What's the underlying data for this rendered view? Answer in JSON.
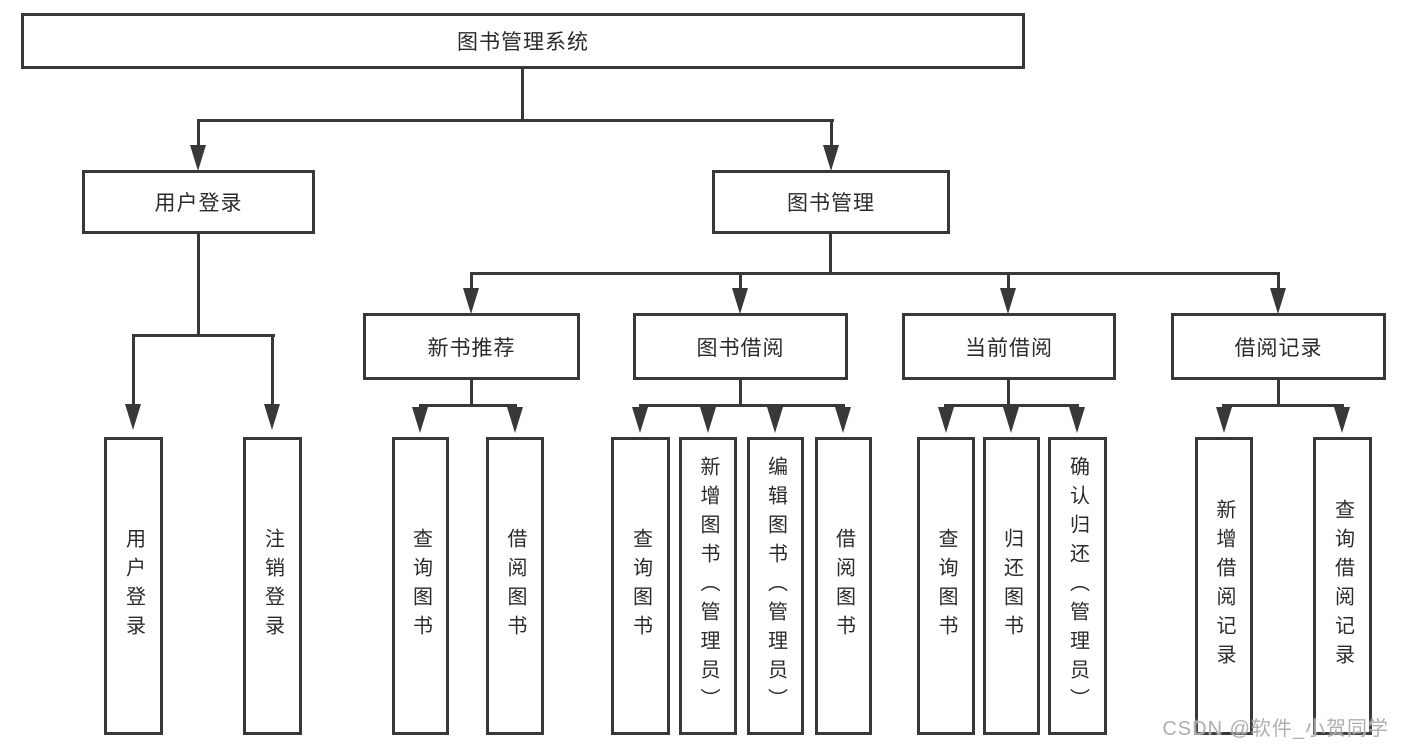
{
  "tree": {
    "label": "图书管理系统",
    "children": [
      {
        "label": "用户登录",
        "children": [
          {
            "label": "用户登录"
          },
          {
            "label": "注销登录"
          }
        ]
      },
      {
        "label": "图书管理",
        "children": [
          {
            "label": "新书推荐",
            "children": [
              {
                "label": "查询图书"
              },
              {
                "label": "借阅图书"
              }
            ]
          },
          {
            "label": "图书借阅",
            "children": [
              {
                "label": "查询图书"
              },
              {
                "label": "新增图书（管理员）"
              },
              {
                "label": "编辑图书（管理员）"
              },
              {
                "label": "借阅图书"
              }
            ]
          },
          {
            "label": "当前借阅",
            "children": [
              {
                "label": "查询图书"
              },
              {
                "label": "归还图书"
              },
              {
                "label": "确认归还（管理员）"
              }
            ]
          },
          {
            "label": "借阅记录",
            "children": [
              {
                "label": "新增借阅记录"
              },
              {
                "label": "查询借阅记录"
              }
            ]
          }
        ]
      }
    ]
  },
  "watermark": {
    "text": "CSDN @软件_小贺同学"
  },
  "colors": {
    "line": "#383838",
    "node_text": "#2b2b2b",
    "background": "#ffffff",
    "watermark": "#a8a8a8"
  }
}
